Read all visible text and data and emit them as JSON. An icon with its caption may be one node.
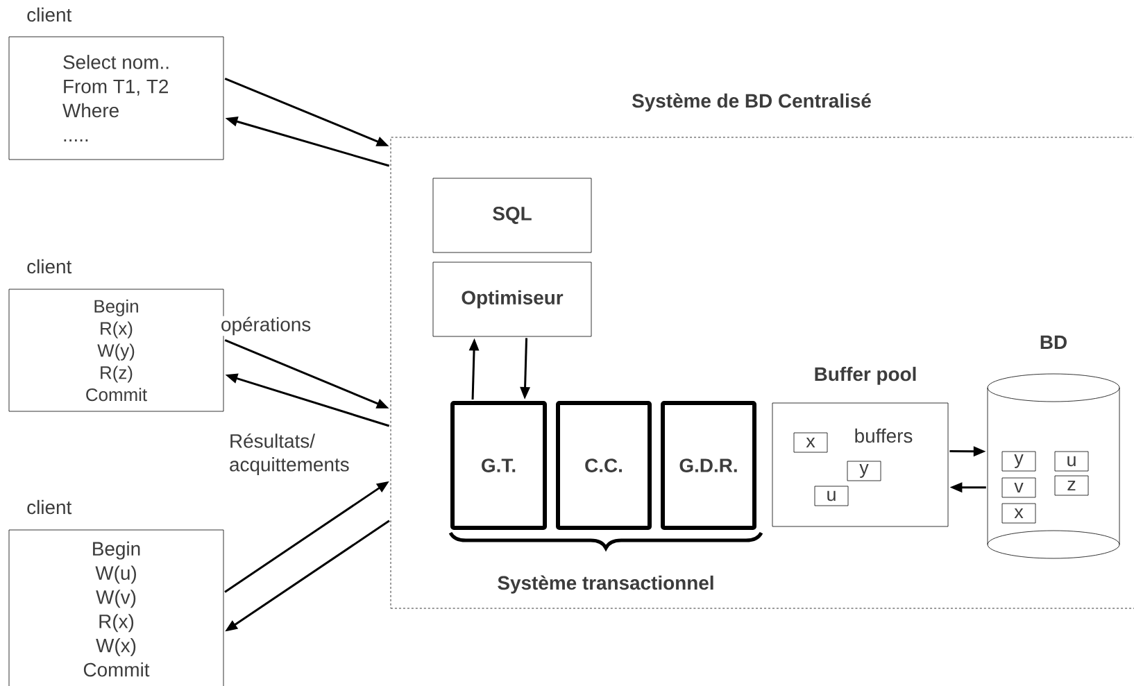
{
  "diagram": {
    "title": "Système de BD Centralisé",
    "nodes": [
      {
        "text": [
          "client",
          "Select nom..",
          "From T1, T2",
          "Where",
          "....."
        ]
      },
      {
        "text": [
          "client",
          "Begin",
          "R(x)",
          "W(y)",
          "R(z)",
          "Commit"
        ]
      },
      {
        "text": [
          "client",
          "Begin",
          "W(u)",
          "W(v)",
          "R(x)",
          "W(x)",
          "Commit"
        ]
      },
      {
        "text": [],
        "shape": "box"
      },
      {
        "text": [
          "SQL"
        ],
        "in": 3
      },
      {
        "text": [
          "Optimiseur"
        ],
        "in": 3
      },
      {
        "text": [
          "G.T."
        ],
        "in": 3
      },
      {
        "text": [
          "C.C."
        ],
        "in": 3
      },
      {
        "text": [
          "G.D.R."
        ],
        "in": 3
      },
      {
        "text": [
          "Buffer pool",
          "buffers"
        ],
        "in": 3
      },
      {
        "text": [
          "x"
        ],
        "in": 9
      },
      {
        "text": [
          "y"
        ],
        "in": 9
      },
      {
        "text": [
          "u"
        ],
        "in": 9
      },
      {
        "text": [
          "BD"
        ],
        "in": 3
      },
      {
        "text": [
          "y"
        ],
        "in": 13
      },
      {
        "text": [
          "u"
        ],
        "in": 13
      },
      {
        "text": [
          "v"
        ],
        "in": 13
      },
      {
        "text": [
          "z"
        ],
        "in": 13
      },
      {
        "text": [
          "x"
        ],
        "in": 13
      }
    ],
    "edges": [
      {
        "from": 0,
        "to": 3,
        "arrow": "to"
      },
      {
        "from": 3,
        "to": 0,
        "arrow": "to"
      },
      {
        "from": 1,
        "to": 3,
        "arrow": "to",
        "label": "opérations"
      },
      {
        "from": 3,
        "to": 1,
        "arrow": "to",
        "label": "Résultats/ acquittements"
      },
      {
        "from": 2,
        "to": 3,
        "arrow": "to"
      },
      {
        "from": 3,
        "to": 2,
        "arrow": "to"
      },
      {
        "from": 6,
        "to": 5,
        "arrow": "to"
      },
      {
        "from": 5,
        "to": 6,
        "arrow": "to"
      },
      {
        "from": 9,
        "to": 13,
        "arrow": "to"
      },
      {
        "from": 13,
        "to": 9,
        "arrow": "to"
      }
    ],
    "labels": [
      "Système transactionnel"
    ]
  }
}
